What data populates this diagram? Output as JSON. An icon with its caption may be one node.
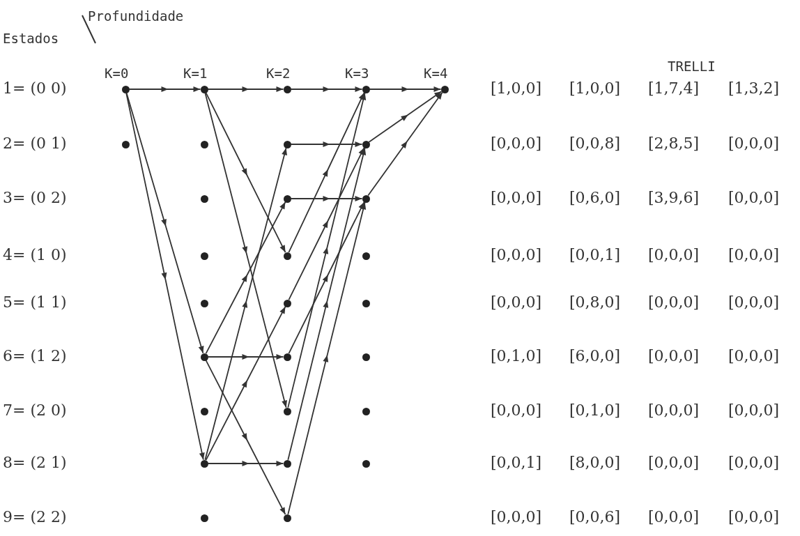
{
  "diagram": {
    "nodes": [
      {
        "text": [],
        "shape": "circle"
      },
      {
        "text": [],
        "shape": "circle"
      },
      {
        "text": [],
        "shape": "circle"
      },
      {
        "text": [],
        "shape": "circle"
      },
      {
        "text": [],
        "shape": "circle"
      },
      {
        "text": [],
        "shape": "circle"
      },
      {
        "text": [],
        "shape": "circle"
      },
      {
        "text": [],
        "shape": "circle"
      },
      {
        "text": [],
        "shape": "circle"
      },
      {
        "text": [],
        "shape": "circle"
      },
      {
        "text": [],
        "shape": "circle"
      },
      {
        "text": [],
        "shape": "circle"
      },
      {
        "text": [],
        "shape": "circle"
      },
      {
        "text": [],
        "shape": "circle"
      },
      {
        "text": [],
        "shape": "circle"
      },
      {
        "text": [],
        "shape": "circle"
      },
      {
        "text": [],
        "shape": "circle"
      },
      {
        "text": [],
        "shape": "circle"
      },
      {
        "text": [],
        "shape": "circle"
      },
      {
        "text": [],
        "shape": "circle"
      },
      {
        "text": [],
        "shape": "circle"
      },
      {
        "text": [],
        "shape": "circle"
      },
      {
        "text": [],
        "shape": "circle"
      },
      {
        "text": [],
        "shape": "circle"
      },
      {
        "text": [],
        "shape": "circle"
      },
      {
        "text": [],
        "shape": "circle"
      },
      {
        "text": [],
        "shape": "circle"
      },
      {
        "text": [],
        "shape": "circle"
      },
      {
        "text": [],
        "shape": "circle"
      }
    ],
    "edges": [
      {
        "from": 0,
        "to": 2,
        "arrow": "to"
      },
      {
        "from": 0,
        "to": 7,
        "arrow": "to"
      },
      {
        "from": 0,
        "to": 9,
        "arrow": "to"
      },
      {
        "from": 2,
        "to": 11,
        "arrow": "to"
      },
      {
        "from": 2,
        "to": 14,
        "arrow": "to"
      },
      {
        "from": 2,
        "to": 17,
        "arrow": "to"
      },
      {
        "from": 7,
        "to": 16,
        "arrow": "to"
      },
      {
        "from": 7,
        "to": 13,
        "arrow": "to"
      },
      {
        "from": 7,
        "to": 19,
        "arrow": "to"
      },
      {
        "from": 9,
        "to": 18,
        "arrow": "to"
      },
      {
        "from": 9,
        "to": 12,
        "arrow": "to"
      },
      {
        "from": 9,
        "to": 15,
        "arrow": "to"
      },
      {
        "from": 11,
        "to": 20,
        "arrow": "to"
      },
      {
        "from": 17,
        "to": 20,
        "arrow": "to"
      },
      {
        "from": 14,
        "to": 20,
        "arrow": "to"
      },
      {
        "from": 12,
        "to": 21,
        "arrow": "to"
      },
      {
        "from": 18,
        "to": 21,
        "arrow": "to"
      },
      {
        "from": 15,
        "to": 21,
        "arrow": "to"
      },
      {
        "from": 13,
        "to": 22,
        "arrow": "to"
      },
      {
        "from": 19,
        "to": 22,
        "arrow": "to"
      },
      {
        "from": 16,
        "to": 22,
        "arrow": "to"
      },
      {
        "from": 20,
        "to": 28,
        "arrow": "to"
      },
      {
        "from": 22,
        "to": 28,
        "arrow": "to"
      },
      {
        "from": 21,
        "to": 28,
        "arrow": "to"
      }
    ],
    "labels": [
      "Profundidade",
      "Estados",
      "K=0",
      "K=1",
      "K=2",
      "K=3",
      "K=4",
      "TRELLI",
      "1= (0 0)",
      "[1,0,0]",
      "[1,0,0]",
      "[1,7,4]",
      "[1,3,2]",
      "2= (0 1)",
      "[0,0,0]",
      "[0,0,8]",
      "[2,8,5]",
      "[0,0,0]",
      "3= (0 2)",
      "[0,0,0]",
      "[0,6,0]",
      "[3,9,6]",
      "[0,0,0]",
      "4= (1 0)",
      "[0,0,0]",
      "[0,0,1]",
      "[0,0,0]",
      "[0,0,0]",
      "5= (1 1)",
      "[0,0,0]",
      "[0,8,0]",
      "[0,0,0]",
      "[0,0,0]",
      "6= (1 2)",
      "[0,1,0]",
      "[6,0,0]",
      "[0,0,0]",
      "[0,0,0]",
      "7= (2 0)",
      "[0,0,0]",
      "[0,1,0]",
      "[0,0,0]",
      "[0,0,0]",
      "8= (2 1)",
      "[0,0,1]",
      "[8,0,0]",
      "[0,0,0]",
      "[0,0,0]",
      "9= (2 2)",
      "[0,0,0]",
      "[0,0,6]",
      "[0,0,0]",
      "[0,0,0]"
    ]
  }
}
